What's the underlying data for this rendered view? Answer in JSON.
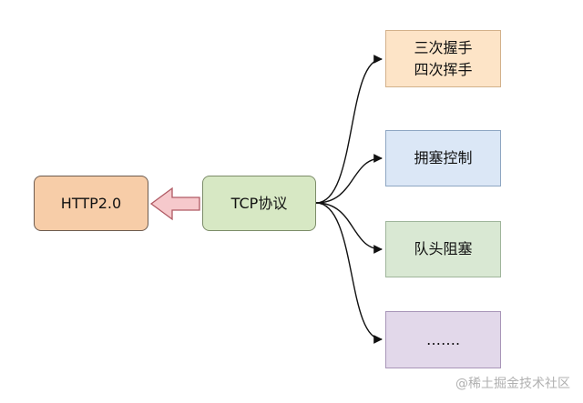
{
  "nodes": {
    "http": "HTTP2.0",
    "tcp": "TCP协议",
    "handshake": [
      "三次握手",
      "四次挥手"
    ],
    "congestion": "拥塞控制",
    "hol_blocking": "队头阻塞",
    "more": "……."
  },
  "watermark": "@稀土掘金技术社区",
  "colors": {
    "http_fill": "#f7cda8",
    "tcp_fill": "#d7e8c4",
    "handshake_fill": "#fde4c7",
    "congestion_fill": "#dbe7f6",
    "hol_fill": "#d9e8d3",
    "more_fill": "#e2d8ea",
    "big_arrow": "#f6c9cc"
  }
}
